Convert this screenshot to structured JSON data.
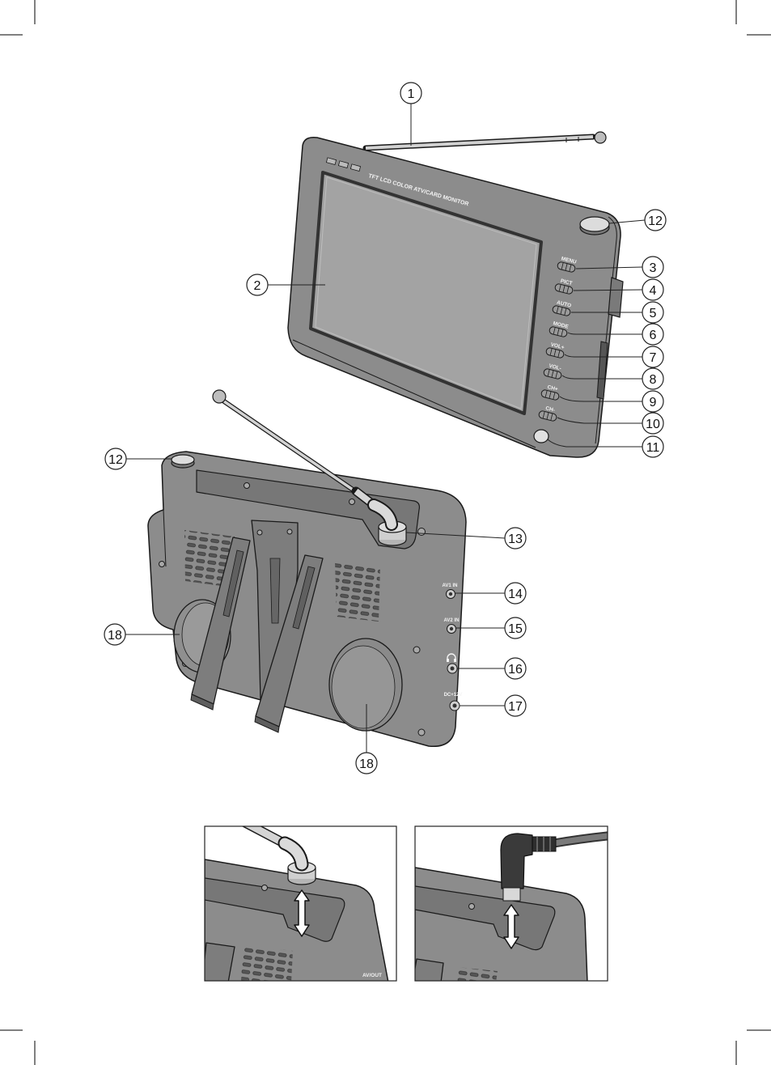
{
  "front_tv": {
    "bezel_text": "TFT LCD COLOR ATV/CARD MONITOR",
    "buttons": {
      "menu": "MENU",
      "pict": "PICT",
      "auto": "AUTO",
      "mode": "MODE",
      "vol_up": "VOL+",
      "vol_down": "VOL-",
      "ch_up": "CH+",
      "ch_down": "CH-"
    }
  },
  "back_tv": {
    "ports": {
      "av1": "AV1 IN",
      "av2": "AV2 IN",
      "headphone_icon": "headphone-icon",
      "dc": "DC+12V"
    }
  },
  "inset_antenna": {
    "port_label": "AV/OUT"
  },
  "callouts": [
    "1",
    "2",
    "3",
    "4",
    "5",
    "6",
    "7",
    "8",
    "9",
    "10",
    "11",
    "12",
    "12",
    "13",
    "14",
    "15",
    "16",
    "17",
    "18",
    "18"
  ]
}
